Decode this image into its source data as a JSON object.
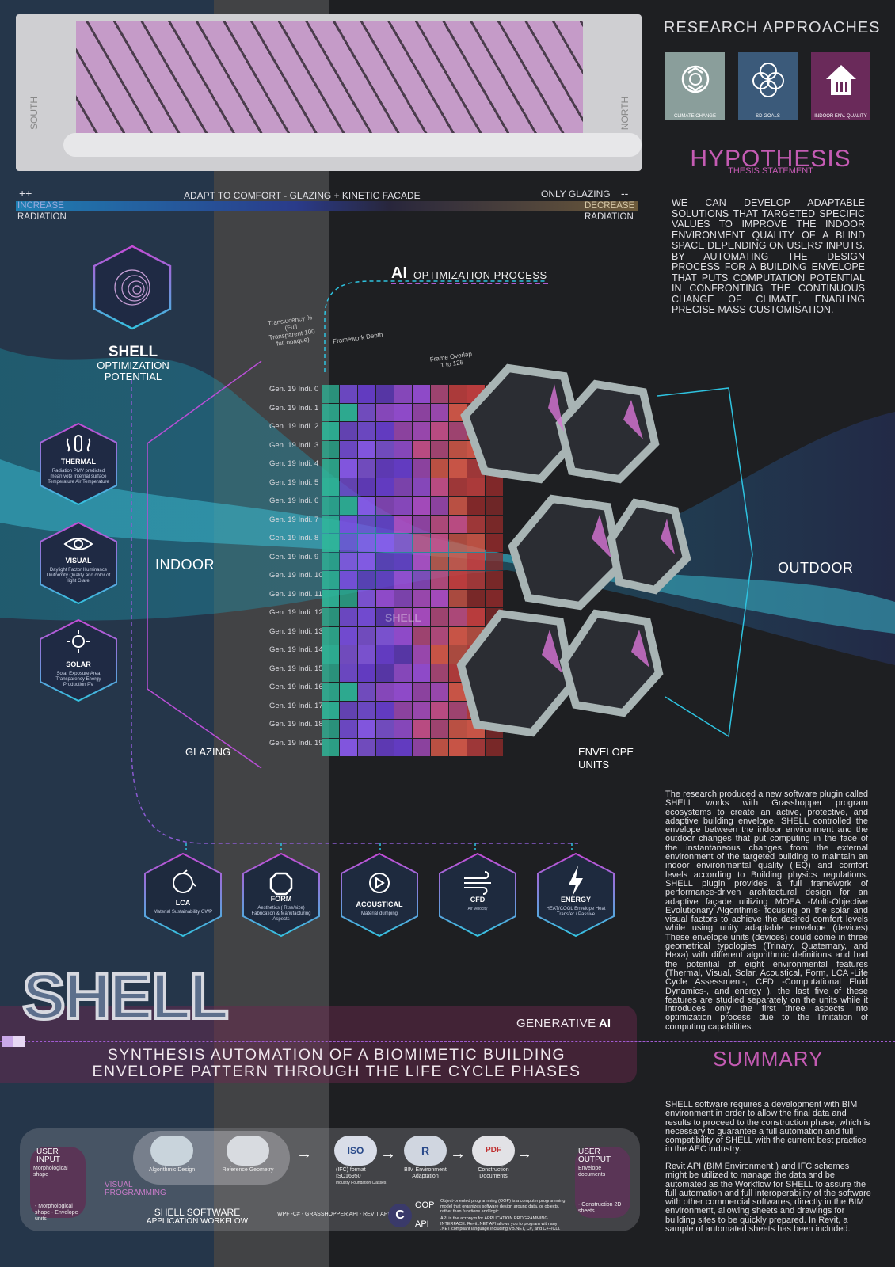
{
  "facade": {
    "south": "SOUTH",
    "north": "NORTH"
  },
  "research": {
    "title": "RESEARCH APPROACHES",
    "items": [
      {
        "label": "CLIMATE CHANGE",
        "color": "#8a9e9b"
      },
      {
        "label": "SD GOALS",
        "color": "#3b5a7a"
      },
      {
        "label": "INDOOR ENV. QUALITY",
        "color": "#6a2a5a"
      }
    ]
  },
  "hypothesis": {
    "title": "HYPOTHESIS",
    "subtitle": "THESIS STATEMENT",
    "text": "WE CAN DEVELOP ADAPTABLE SOLUTIONS THAT TARGETED SPECIFIC VALUES TO IMPROVE THE INDOOR ENVIRONMENT QUALITY OF A BLIND SPACE DEPENDING ON USERS' INPUTS. BY AUTOMATING THE DESIGN PROCESS FOR A BUILDING ENVELOPE THAT PUTS COMPUTATION POTENTIAL IN CONFRONTING THE CONTINUOUS CHANGE OF CLIMATE, ENABLING PRECISE MASS-CUSTOMISATION."
  },
  "radiation_bar": {
    "plus": "++",
    "minus": "--",
    "adapt": "ADAPT TO COMFORT - GLAZING + KINETIC FACADE",
    "only_glazing": "ONLY GLAZING",
    "increase": "INCREASE",
    "decrease": "DECREASE",
    "radiation_left": "RADIATION",
    "radiation_right": "RADIATION"
  },
  "ai": {
    "prefix": "AI",
    "title": "OPTIMIZATION PROCESS"
  },
  "shell_potential": {
    "title": "SHELL",
    "line1": "OPTIMIZATION",
    "line2": "POTENTIAL"
  },
  "criteria_left": [
    {
      "name": "THERMAL",
      "desc": "Radiation PMV predicted mean vote Internal surface Temperature Air Temperature",
      "icon": "thermal-icon"
    },
    {
      "name": "VISUAL",
      "desc": "Daylight Factor Illuminance Uniformity Quality and color of light Glare",
      "icon": "eye-icon"
    },
    {
      "name": "SOLAR",
      "desc": "Solar Exposure Area Transparency Energy Production PV",
      "icon": "sun-icon"
    }
  ],
  "labels": {
    "indoor": "INDOOR",
    "outdoor": "OUTDOOR",
    "glazing": "GLAZING",
    "envelope1": "ENVELOPE",
    "envelope2": "UNITS",
    "shell_watermark": "SHELL"
  },
  "matrix": {
    "col_headers": [
      "Translucency % (Full Transparent 100 full opaque)",
      "Framework Depth",
      "Frame Overlap 1 to 125"
    ],
    "rows": [
      "Gen. 19 Indi. 0",
      "Gen. 19 Indi. 1",
      "Gen. 19 Indi. 2",
      "Gen. 19 Indi. 3",
      "Gen. 19 Indi. 4",
      "Gen. 19 Indi. 5",
      "Gen. 19 Indi. 6",
      "Gen. 19 Indi. 7",
      "Gen. 19 Indi. 8",
      "Gen. 19 Indi. 9",
      "Gen. 19 Indi. 10",
      "Gen. 19 Indi. 11",
      "Gen. 19 Indi. 12",
      "Gen. 19 Indi. 13",
      "Gen. 19 Indi. 14",
      "Gen. 19 Indi. 15",
      "Gen. 19 Indi. 16",
      "Gen. 19 Indi. 17",
      "Gen. 19 Indi. 18",
      "Gen. 19 Indi. 19"
    ]
  },
  "criteria_bottom": [
    {
      "name": "LCA",
      "desc": "Material Sustainability GWP",
      "icon": "recycle-icon"
    },
    {
      "name": "FORM",
      "desc": "Aesthetics ( Rise/size) Fabrication & Manufacturing Aspects",
      "icon": "octagon-icon"
    },
    {
      "name": "ACOUSTICAL",
      "desc": "Material dumping",
      "icon": "acoustic-icon"
    },
    {
      "name": "CFD",
      "desc": "Air Velocity",
      "icon": "wind-icon"
    },
    {
      "name": "ENERGY",
      "desc": "HEAT/COOL Envelope Heat Transfer / Passive",
      "icon": "bolt-icon"
    }
  ],
  "description": "The research produced a new software plugin called SHELL works with Grasshopper program ecosystems to create an active, protective, and adaptive building envelope. SHELL controlled the envelope between the indoor environment and the outdoor changes that put computing in the face of the instantaneous changes from the external environment of the targeted building to maintain an indoor environmental quality (IEQ) and comfort levels according to Building physics regulations. SHELL plugin provides a full framework of performance-driven architectural design for an adaptive façade utilizing MOEA -Multi-Objective Evolutionary Algorithms- focusing on the solar and visual factors to achieve the desired comfort levels while using unity adaptable envelope (devices) These envelope units (devices) could come in three geometrical typologies (Trinary, Quaternary, and Hexa) with different algorithmic definitions and had the potential of eight environmental features (Thermal, Visual, Solar, Acoustical, Form, LCA -Life Cycle Assessment-, CFD -Computational Fluid Dynamics-, and energy ), the last five of these features are studied separately on the units while it introduces only the first three aspects into optimization process due to the limitation of computing capabilities.",
  "shell_logo": "SHELL",
  "generative": {
    "prefix": "GENERATIVE",
    "ai": "AI"
  },
  "synthesis": {
    "line1": "SYNTHESIS AUTOMATION OF A BIOMIMETIC BUILDING",
    "line2": "ENVELOPE PATTERN THROUGH THE LIFE CYCLE PHASES"
  },
  "summary": {
    "title": "SUMMARY",
    "p1": "SHELL software requires a development with BIM environment in order to allow the final data and results to proceed to the construction phase, which is necessary to guarantee a full automation and full compatibility of SHELL with the current best practice in the AEC industry.",
    "p2": "Revit API (BIM Environment ) and IFC schemes might be utilized to manage the data and be automated as the Workflow for SHELL to assure the full automation and full interoperability of the software with other commercial softwares, directly in the BIM environment, allowing sheets and drawings for building sites to be quickly prepared. In Revit, a sample of automated sheets has been included."
  },
  "workflow": {
    "user_input": "USER INPUT",
    "input_sub": "Morphological shape",
    "input_sub2": "- Morphological shape - Envelope units",
    "algorithmic": "Algorithmic Design",
    "reference": "Reference Geometry",
    "visual_programming": "VISUAL PROGRAMMING",
    "ifc": "(IFC) format ISO16950",
    "ifc_sub": "Industry Foundation Classes",
    "bim": "BIM Environment Adaptation",
    "construction": "Construction Documents",
    "user_output": "USER OUTPUT",
    "output_sub": "Envelope documents",
    "output_sub2": "- Construction 2D sheets",
    "title1": "SHELL SOFTWARE",
    "title2": "APPLICATION WORKFLOW",
    "wpf": "WPF -C# - GRASSHOPPER API - REVIT API",
    "oop": "OOP",
    "api": "API",
    "oop_desc": "Object-oriented programming (OOP) is a computer programming model that organizes software design around data, or objects, rather than functions and logic.",
    "api_desc": "API is the acronym for APPLICATION PROGRAMMING INTERFACE. Revit .NET API allows you to program with any .NET compliant language including VB.NET, C#, and C++/CLI."
  }
}
